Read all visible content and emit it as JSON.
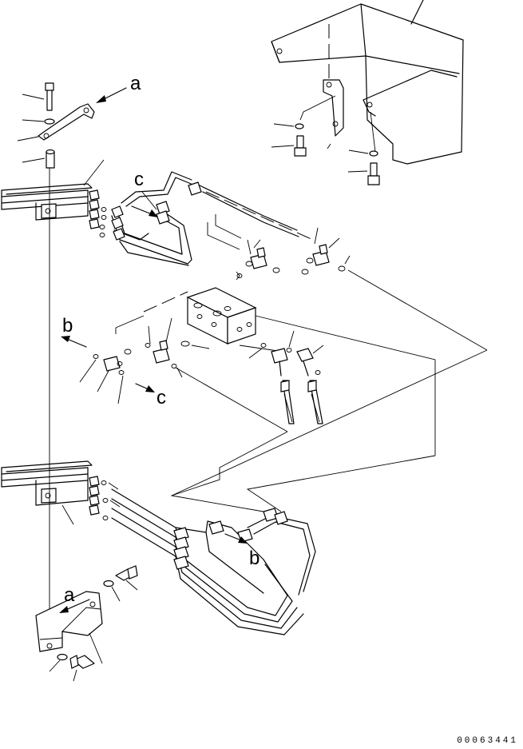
{
  "callouts": {
    "a_top": "a",
    "a_bottom": "a",
    "b_left": "b",
    "b_bottom": "b",
    "c_top": "c",
    "c_mid": "c"
  },
  "drawing_code": "00063441"
}
